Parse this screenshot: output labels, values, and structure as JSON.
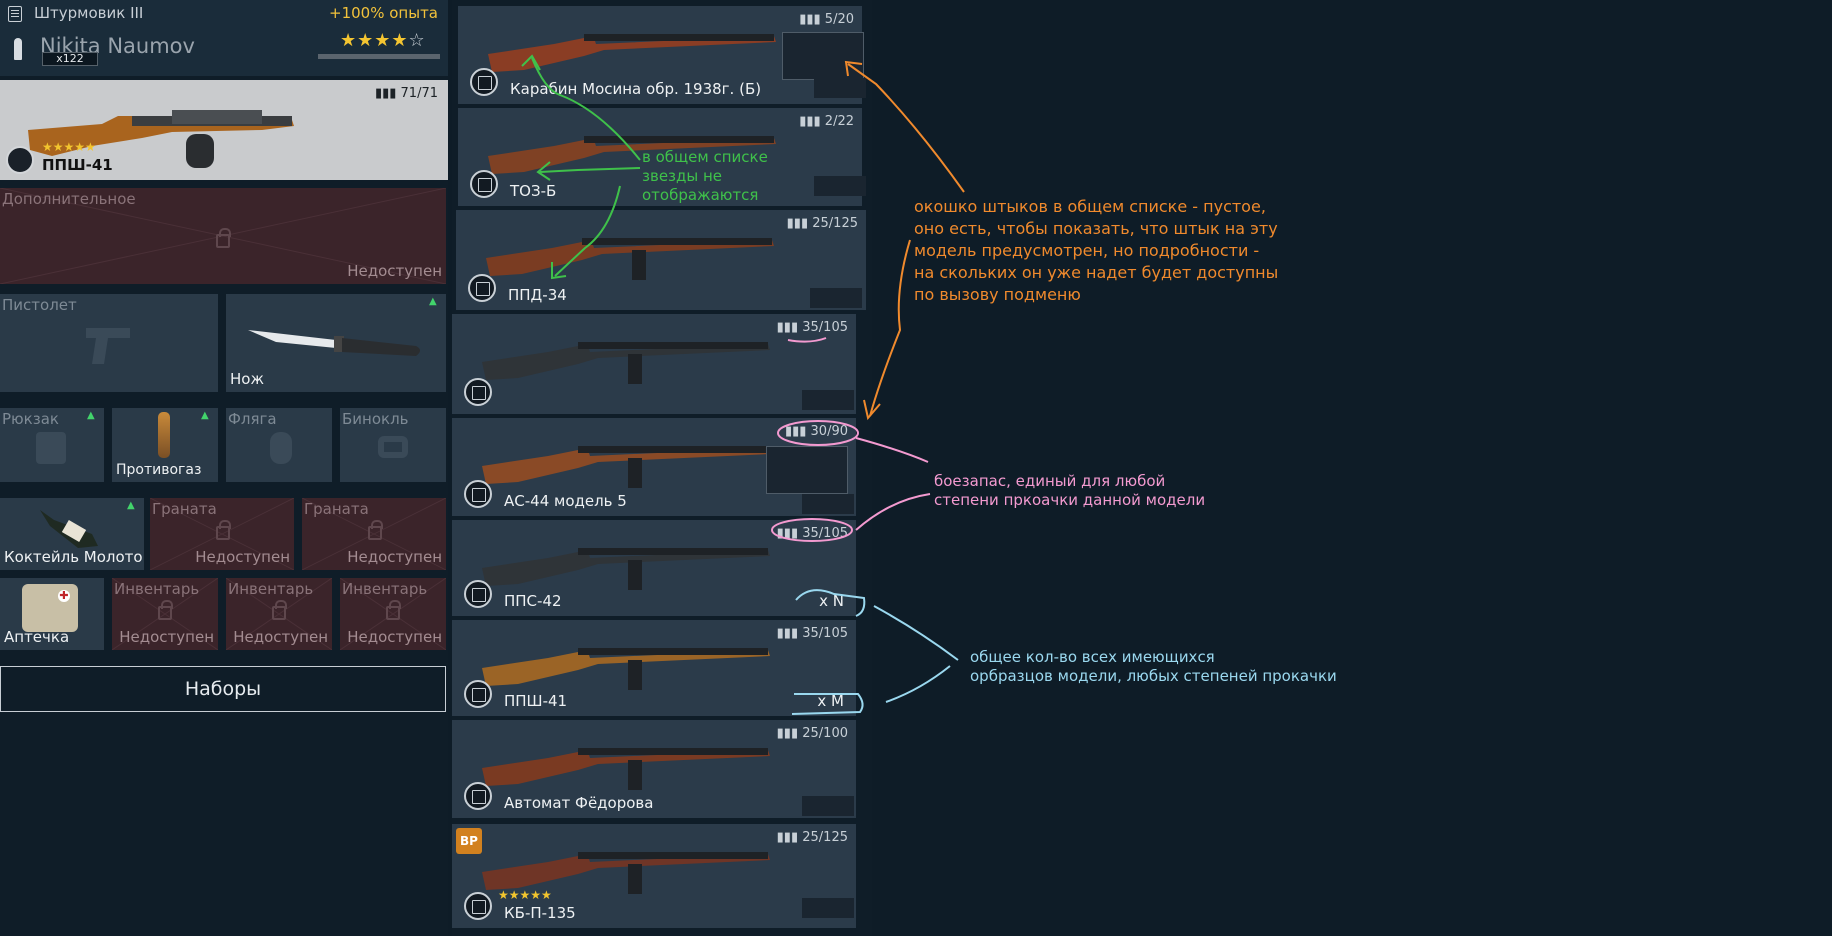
{
  "header": {
    "rank": "Штурмовик III",
    "bonus": "+100% опыта",
    "player_name": "Nikita Naumov",
    "level": "x122",
    "stars_full": "★★★★",
    "stars_empty": "☆"
  },
  "loadout": {
    "primary": {
      "name": "ППШ-41",
      "ammo": "71/71",
      "stars": "★★★★★"
    },
    "secondary": {
      "label": "Дополнительное",
      "status": "Недоступен"
    },
    "pistol": {
      "label": "Пистолет"
    },
    "knife": {
      "label": "Нож"
    },
    "backpack": {
      "label": "Рюкзак"
    },
    "gasmask": {
      "label": "Противогаз"
    },
    "flask": {
      "label": "Фляга"
    },
    "binoculars": {
      "label": "Бинокль"
    },
    "molotov": {
      "label": "Коктейль Молото"
    },
    "grenade1": {
      "label": "Граната",
      "status": "Недоступен"
    },
    "grenade2": {
      "label": "Граната",
      "status": "Недоступен"
    },
    "medkit": {
      "label": "Аптечка"
    },
    "inventory1": {
      "label": "Инвентарь",
      "status": "Недоступен"
    },
    "inventory2": {
      "label": "Инвентарь",
      "status": "Недоступен"
    },
    "inventory3": {
      "label": "Инвентарь",
      "status": "Недоступен"
    },
    "sets_button": "Наборы"
  },
  "weapons": [
    {
      "name": "Карабин Мосина обр. 1938г. (Б)",
      "ammo": "5/20",
      "wood": "#8a3d24"
    },
    {
      "name": "ТОЗ-Б",
      "ammo": "2/22",
      "wood": "#7f4124"
    },
    {
      "name": "ППД-34",
      "ammo": "25/125",
      "wood": "#7a3c22"
    },
    {
      "name": "",
      "ammo": "35/105",
      "wood": "#2f3438"
    },
    {
      "name": "АС-44 модель 5",
      "ammo": "30/90",
      "wood": "#8a4a26"
    },
    {
      "name": "ППС-42",
      "ammo": "35/105",
      "wood": "#2f3438",
      "count": "x N"
    },
    {
      "name": "ППШ-41",
      "ammo": "35/105",
      "wood": "#9b6426",
      "count": "x M"
    },
    {
      "name": "Автомат Фёдорова",
      "ammo": "25/100",
      "wood": "#7a3a22"
    },
    {
      "name": "КБ-П-135",
      "ammo": "25/125",
      "wood": "#6f3526",
      "stars": "★★★★★",
      "badge": "BP"
    }
  ],
  "annotations": {
    "green": [
      "в общем списке",
      "звезды не",
      "отображаются"
    ],
    "orange": [
      "окошко штыков в общем списке - пустое,",
      "оно есть, чтобы показать, что штык на эту",
      "модель предусмотрен, но подробности -",
      "на скольких он уже надет будет доступны",
      "по вызову подменю"
    ],
    "pink": [
      "боезапас, единый для любой",
      "степени пркоачки данной модели"
    ],
    "blue": [
      "общее кол-во всех имеющихся",
      "орбразцов модели, любых степеней прокачки"
    ]
  },
  "colors": {
    "orange": "#f08a2d",
    "green": "#3fc14a",
    "pink": "#f39ad0",
    "blue": "#9ad8ef",
    "locked_slot": "#3b242a",
    "slot": "#2a3a48"
  }
}
